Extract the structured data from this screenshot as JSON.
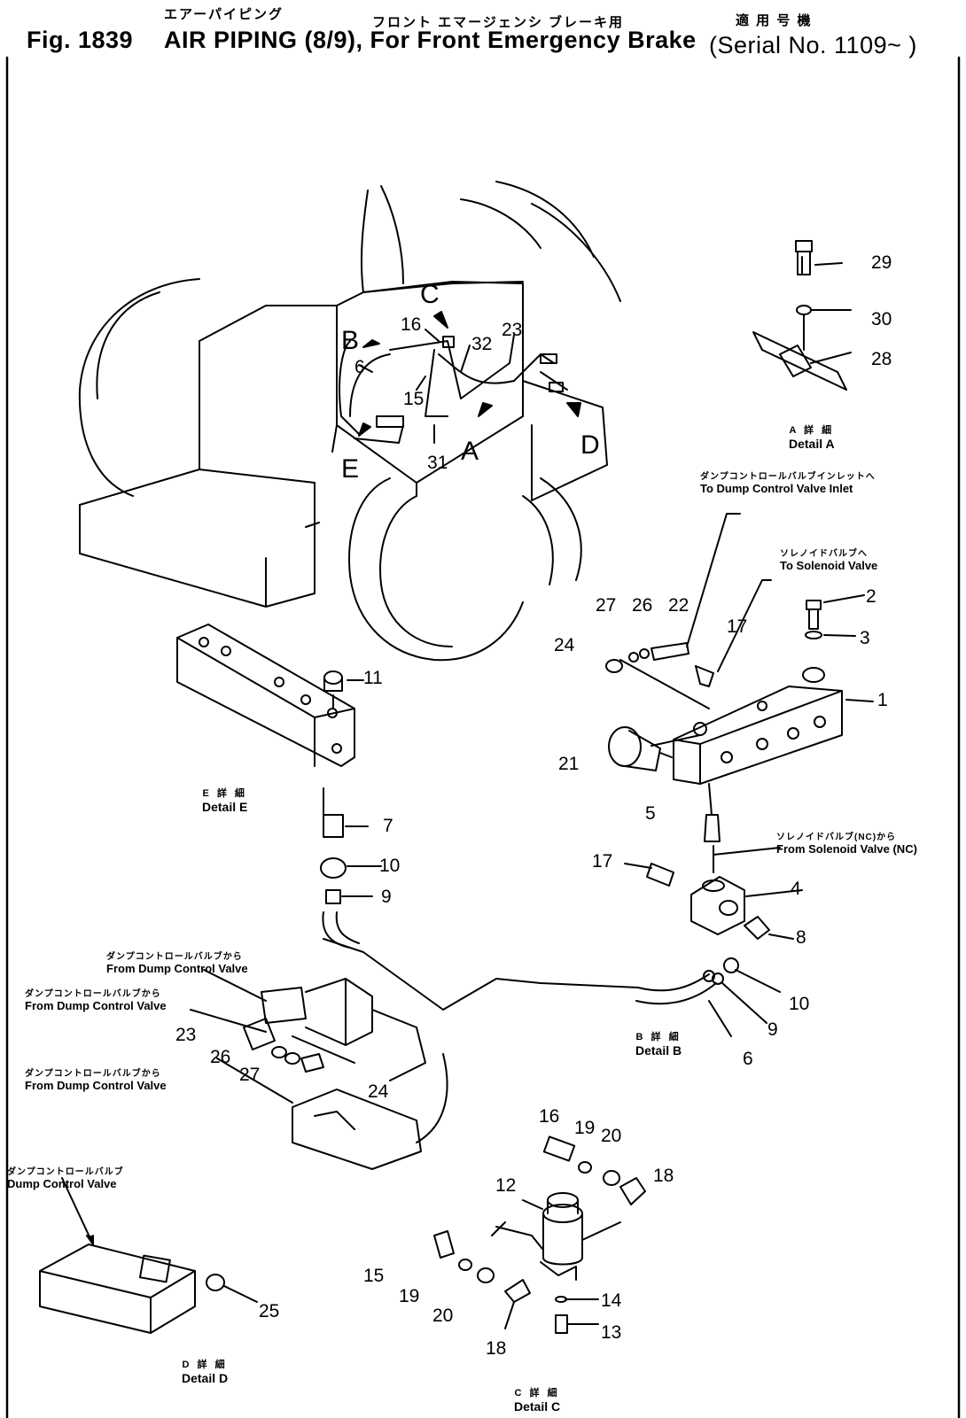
{
  "header": {
    "fig_no": "Fig. 1839",
    "title": "AIR PIPING (8/9), For Front Emergency Brake",
    "title_jp": "エアーパイピング",
    "subtitle_jp": "フロント エマージェンシ ブレーキ用",
    "serial_jp": "適 用 号 機",
    "serial": "(Serial No. 1109~ )"
  },
  "view_letters": [
    "C",
    "B",
    "E",
    "A",
    "D"
  ],
  "callouts": [
    "16",
    "32",
    "23",
    "6",
    "15",
    "31",
    "29",
    "30",
    "28",
    "2",
    "3",
    "1",
    "27",
    "26",
    "22",
    "17",
    "24",
    "21",
    "11",
    "5",
    "7",
    "10",
    "9",
    "17",
    "4",
    "8",
    "10",
    "9",
    "6",
    "23",
    "26",
    "27",
    "24",
    "16",
    "19",
    "20",
    "18",
    "12",
    "15",
    "19",
    "20",
    "14",
    "13",
    "18",
    "25"
  ],
  "details": {
    "a": {
      "jp": "A 詳 細",
      "en": "Detail A"
    },
    "b": {
      "jp": "B 詳 細",
      "en": "Detail B"
    },
    "c": {
      "jp": "C 詳 細",
      "en": "Detail C"
    },
    "d": {
      "jp": "D 詳 細",
      "en": "Detail D"
    },
    "e": {
      "jp": "E 詳 細",
      "en": "Detail E"
    }
  },
  "destinations": {
    "dump_inlet": {
      "jp": "ダンプコントロールバルブインレットへ",
      "en": "To Dump Control Valve Inlet"
    },
    "solenoid": {
      "jp": "ソレノイドバルブへ",
      "en": "To Solenoid Valve"
    },
    "from_solenoid": {
      "jp": "ソレノイドバルブ(NC)から",
      "en": "From Solenoid Valve (NC)"
    },
    "from_dump_1": {
      "jp": "ダンプコントロールバルブから",
      "en": "From Dump Control Valve"
    },
    "from_dump_2": {
      "jp": "ダンプコントロールバルブから",
      "en": "From Dump Control Valve"
    },
    "from_dump_3": {
      "jp": "ダンプコントロールバルブから",
      "en": "From Dump Control Valve"
    },
    "dump_valve": {
      "jp": "ダンプコントロールバルブ",
      "en": "Dump Control Valve"
    }
  }
}
